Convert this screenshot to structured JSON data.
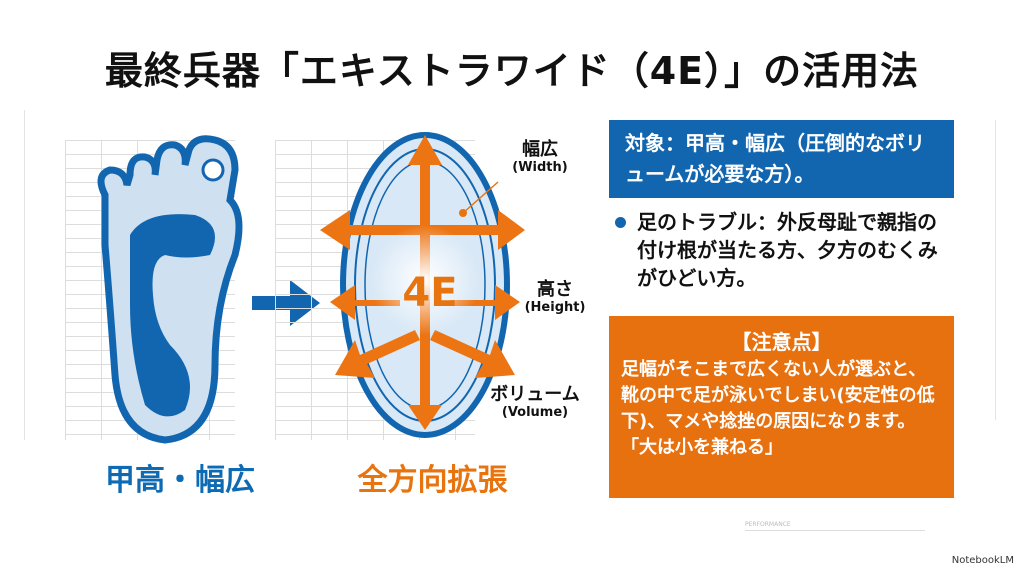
{
  "title": "最終兵器「エキストラワイド（4E）」の活用法",
  "left_panel": {
    "caption": "甲高・幅広"
  },
  "right_panel": {
    "center_label": "4E",
    "caption": "全方向拡張",
    "labels": [
      {
        "jp": "幅広",
        "en": "(Width)"
      },
      {
        "jp": "高さ",
        "en": "(Height)"
      },
      {
        "jp": "ボリューム",
        "en": "(Volume)"
      }
    ]
  },
  "target": "対象：甲高・幅広（圧倒的なボリュームが必要な方）。",
  "trouble": "足のトラブル：外反母趾で親指の付け根が当たる方、夕方のむくみがひどい方。",
  "caution": {
    "heading": "【注意点】",
    "body": "足幅がそこまで広くない人が選ぶと、靴の中で足が泳いでしまい(安定性の低下)、マメや捻挫の原因になります。「大は小を兼ねる」"
  },
  "decor": {
    "performance_label": "PERFORMANCE"
  },
  "badge": "NotebookLM",
  "colors": {
    "blue": "#1266b0",
    "orange": "#e7700f",
    "light_blue": "#cfe0f1"
  }
}
